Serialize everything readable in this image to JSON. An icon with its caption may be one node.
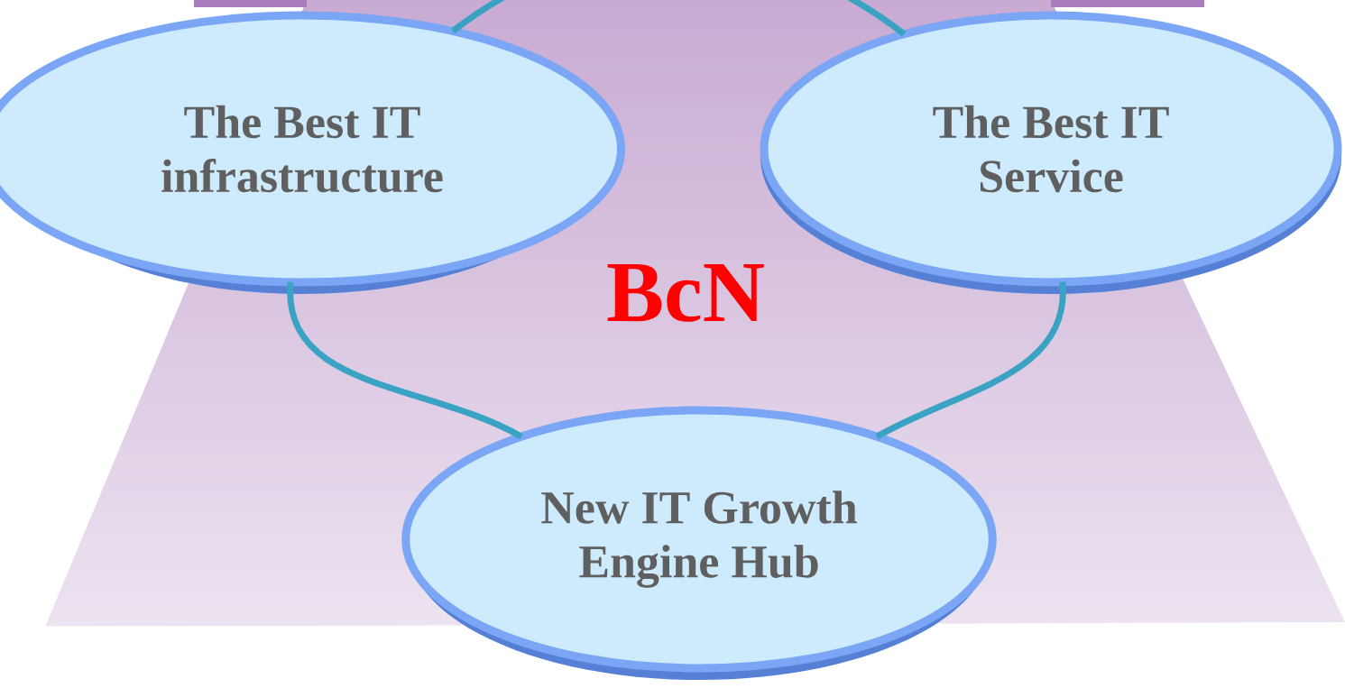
{
  "diagram": {
    "nodes": [
      {
        "text": [
          "The Best IT infrastructure"
        ]
      },
      {
        "text": [
          "The Best IT Service"
        ]
      },
      {
        "text": [
          "New IT Growth Engine Hub"
        ]
      }
    ],
    "edges": [
      {
        "from": 0,
        "to": 1,
        "arrow": "none"
      },
      {
        "from": 0,
        "to": 2,
        "arrow": "none"
      },
      {
        "from": 1,
        "to": 2,
        "arrow": "none"
      }
    ],
    "labels": [
      "BcN"
    ]
  }
}
